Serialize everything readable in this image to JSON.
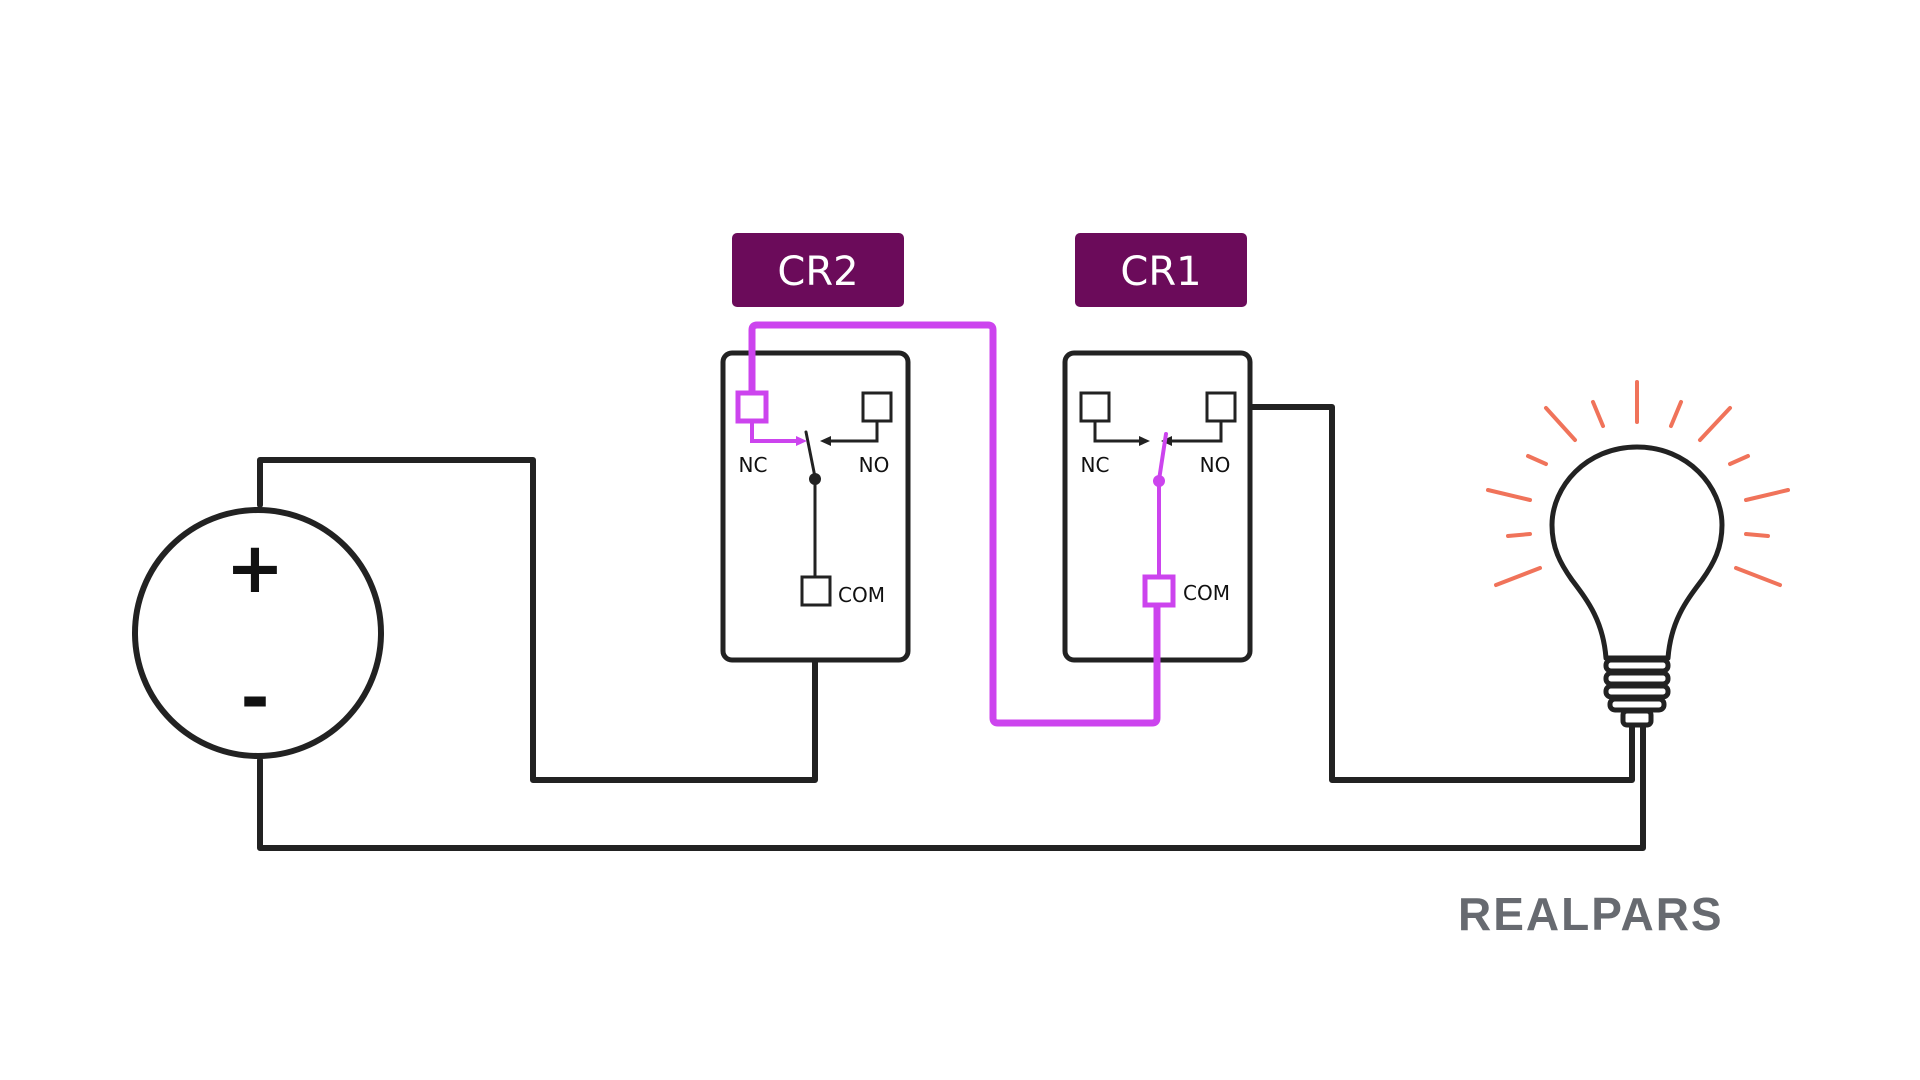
{
  "relays": {
    "cr2": {
      "label": "CR2",
      "nc_label": "NC",
      "no_label": "NO",
      "com_label": "COM"
    },
    "cr1": {
      "label": "CR1",
      "nc_label": "NC",
      "no_label": "NO",
      "com_label": "COM"
    }
  },
  "battery": {
    "plus": "+",
    "minus": "-"
  },
  "brand": {
    "logo_text": "REALPARS"
  },
  "colors": {
    "wire": "#222222",
    "active_path": "#cc44ee",
    "label_fill": "#6b0b5a",
    "light_rays": "#f0735a",
    "logo": "#676a70"
  }
}
